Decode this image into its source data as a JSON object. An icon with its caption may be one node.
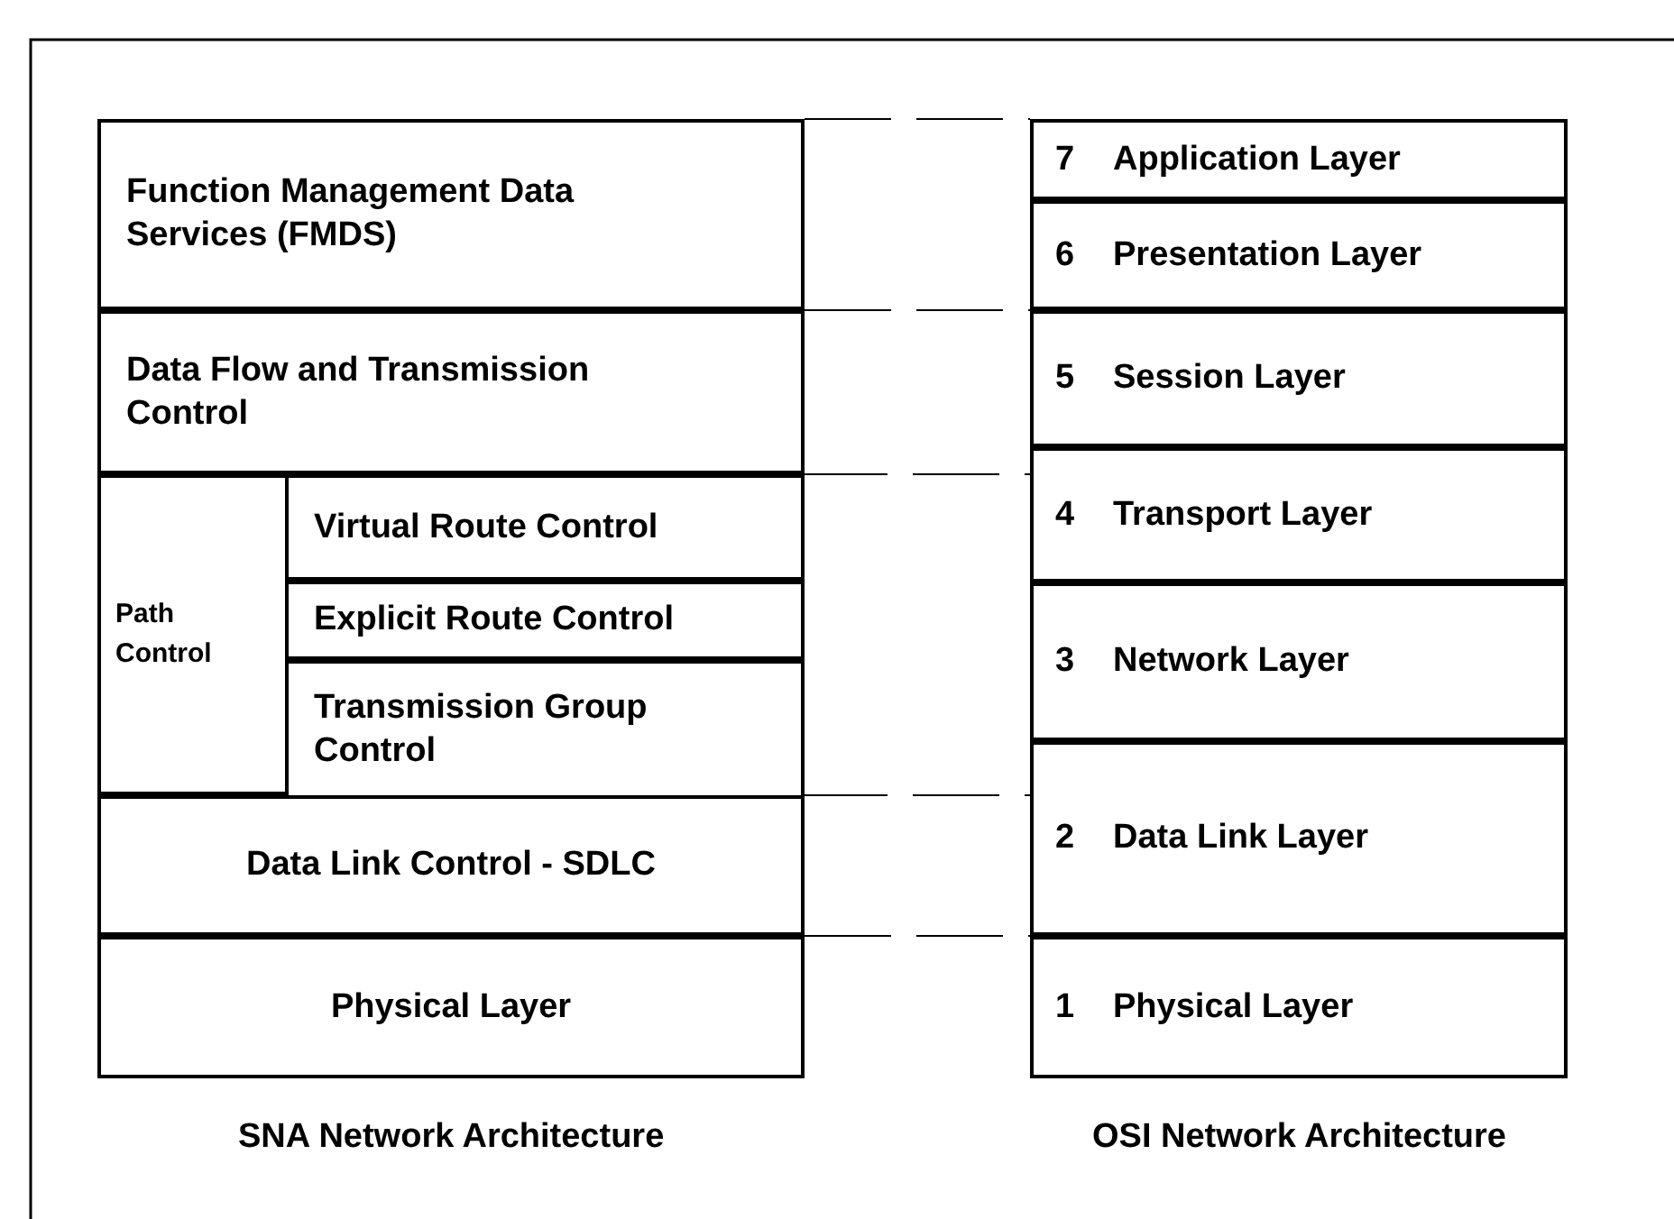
{
  "diagram": {
    "nodes": [
      {
        "text": [
          "Function Management Data Services (FMDS)"
        ]
      },
      {
        "text": [
          "Data Flow and Transmission Control"
        ]
      },
      {
        "text": [
          "Path Control"
        ]
      },
      {
        "text": [
          "Virtual Route Control"
        ],
        "in": 2
      },
      {
        "text": [
          "Explicit Route Control"
        ],
        "in": 2
      },
      {
        "text": [
          "Transmission Group Control"
        ],
        "in": 2
      },
      {
        "text": [
          "Data Link Control - SDLC"
        ]
      },
      {
        "text": [
          "Physical Layer"
        ]
      },
      {
        "text": [
          "7",
          "Application Layer"
        ]
      },
      {
        "text": [
          "6",
          "Presentation Layer"
        ]
      },
      {
        "text": [
          "5",
          "Session Layer"
        ]
      },
      {
        "text": [
          "4",
          "Transport Layer"
        ]
      },
      {
        "text": [
          "3",
          "Network Layer"
        ]
      },
      {
        "text": [
          "2",
          "Data Link Layer"
        ]
      },
      {
        "text": [
          "1",
          "Physical Layer"
        ]
      }
    ],
    "edges": [
      {
        "from": 0,
        "to": 8,
        "arrow": "none",
        "style": "dashed"
      },
      {
        "from": 1,
        "to": 9,
        "arrow": "none",
        "style": "dashed"
      },
      {
        "from": 3,
        "to": 11,
        "arrow": "none",
        "style": "dashed"
      },
      {
        "from": 5,
        "to": 13,
        "arrow": "none",
        "style": "dashed"
      },
      {
        "from": 6,
        "to": 14,
        "arrow": "none",
        "style": "dashed"
      }
    ],
    "labels": [
      "SNA Network Architecture",
      "OSI Network Architecture"
    ]
  }
}
